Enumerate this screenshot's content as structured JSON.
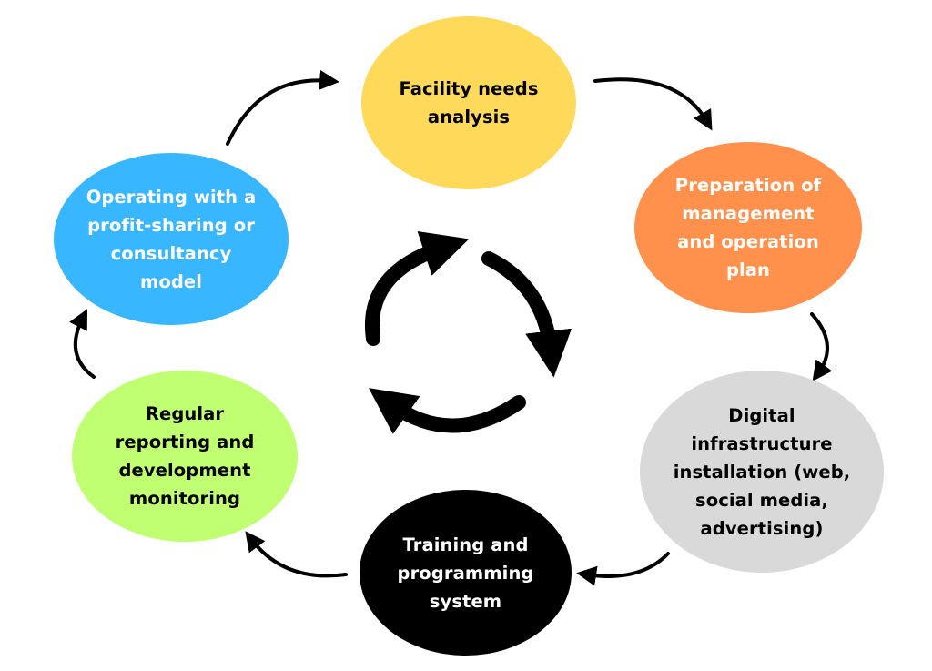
{
  "steps": [
    {
      "label": "Facility needs\nanalysis",
      "fill": "#FFD95A",
      "text_color": "#000000"
    },
    {
      "label": "Preparation of\nmanagement\nand operation\nplan",
      "fill": "#FF914D",
      "text_color": "#FFFFFF"
    },
    {
      "label": "Digital\ninfrastructure\ninstallation (web,\nsocial media,\nadvertising)",
      "fill": "#D9D9D9",
      "text_color": "#000000"
    },
    {
      "label": "Training and\nprogramming\nsystem",
      "fill": "#000000",
      "text_color": "#FFFFFF"
    },
    {
      "label": "Regular\nreporting and\ndevelopment\nmonitoring",
      "fill": "#C1FF72",
      "text_color": "#000000"
    },
    {
      "label": "Operating with a\nprofit-sharing or\nconsultancy\nmodel",
      "fill": "#38B6FF",
      "text_color": "#FFFFFF"
    }
  ],
  "arrow_color": "#000000",
  "center_icon": "cycle-arrows-icon"
}
